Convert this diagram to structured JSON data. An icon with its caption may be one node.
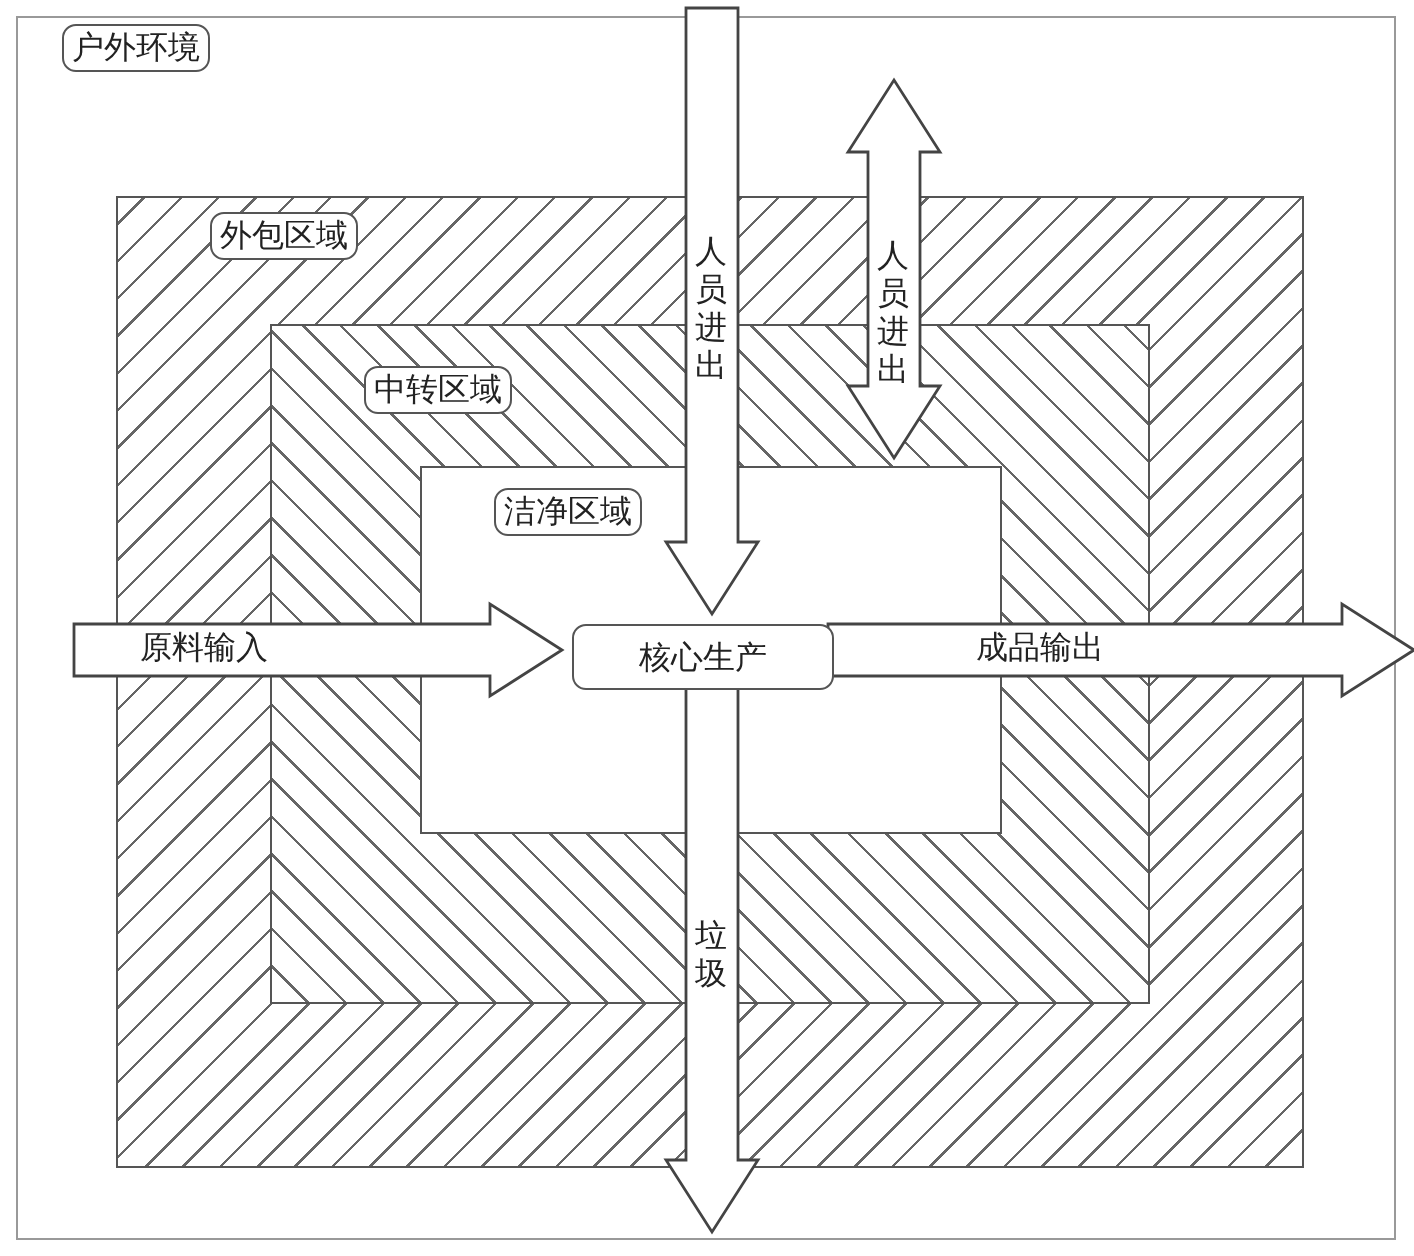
{
  "diagram": {
    "nodes": [
      {
        "text": [
          "户外环境"
        ]
      },
      {
        "text": [
          "外包区域"
        ],
        "in": 0
      },
      {
        "text": [
          "中转区域"
        ],
        "in": 1
      },
      {
        "text": [
          "洁净区域"
        ],
        "in": 2
      },
      {
        "text": [
          "核心生产"
        ],
        "in": 3
      }
    ],
    "edges": [
      {
        "from": null,
        "to": 4,
        "arrow": "to",
        "label": "原料输入"
      },
      {
        "from": 4,
        "to": null,
        "arrow": "to",
        "label": "成品输出"
      },
      {
        "from": null,
        "to": 4,
        "arrow": "to",
        "label": "人员进出"
      },
      {
        "from": 3,
        "to": null,
        "arrow": "both",
        "label": "人员进出"
      },
      {
        "from": 4,
        "to": null,
        "arrow": "to",
        "label": "垃圾"
      }
    ]
  }
}
